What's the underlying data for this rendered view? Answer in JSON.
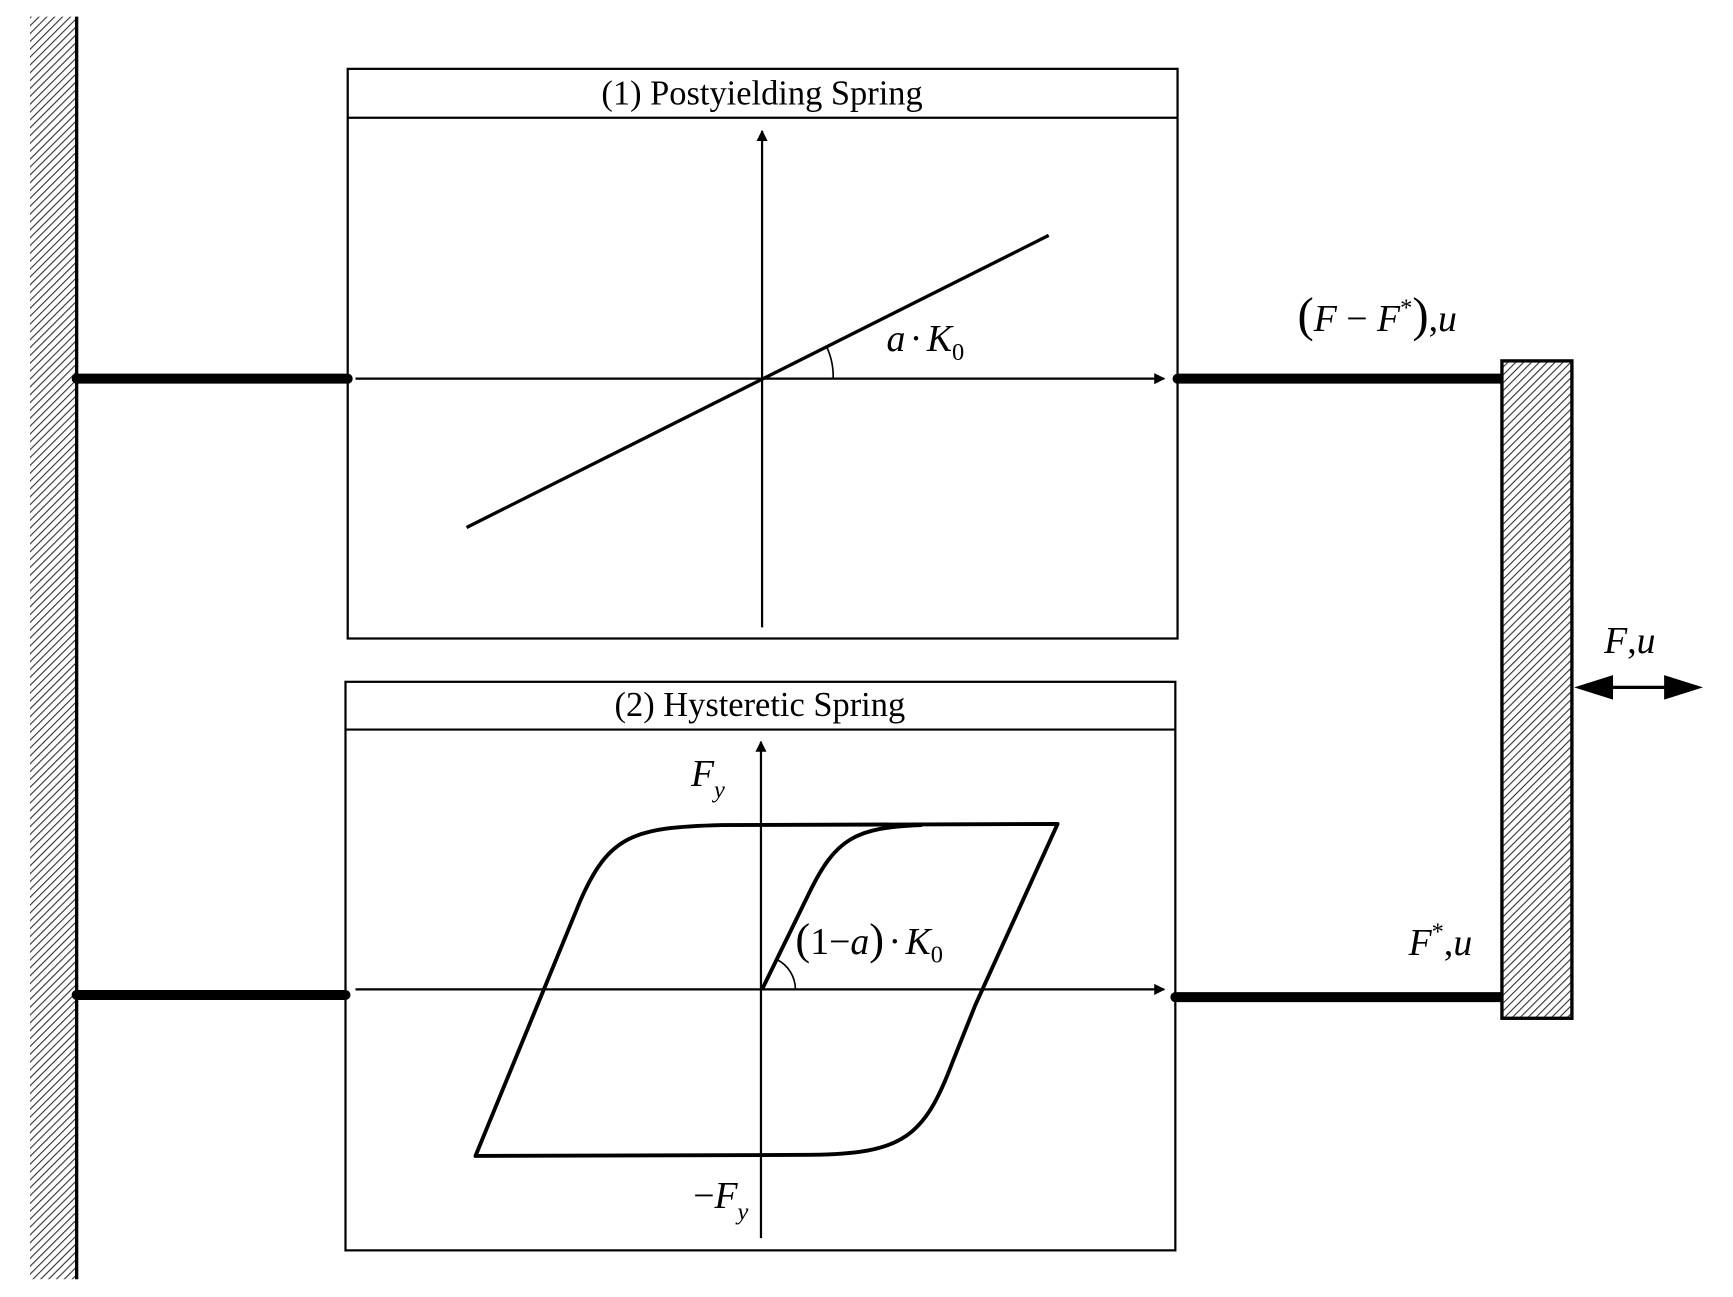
{
  "panel1": {
    "title": "(1) Postyielding Spring",
    "slope_label": {
      "a": "a",
      "dot": "·",
      "K": "K",
      "sub": "0"
    }
  },
  "panel2": {
    "title": "(2) Hysteretic Spring",
    "fy_label": {
      "F": "F",
      "sub": "y"
    },
    "neg_fy_label": {
      "minus": "−",
      "F": "F",
      "sub": "y"
    },
    "slope_label": {
      "open": "(",
      "one": "1",
      "minus": "−",
      "a": "a",
      "close": ")",
      "dot": "·",
      "K": "K",
      "sub": "0"
    }
  },
  "labels": {
    "top_force": {
      "open": "(",
      "F1": "F",
      "minus": " − ",
      "F2": "F",
      "star": "*",
      "close": ")",
      "comma": ",",
      "u": "u"
    },
    "bottom_force": {
      "F": "F",
      "star": "*",
      "comma": ",",
      "u": "u"
    },
    "applied_force": {
      "F": "F",
      "comma": ",",
      "u": "u"
    }
  }
}
